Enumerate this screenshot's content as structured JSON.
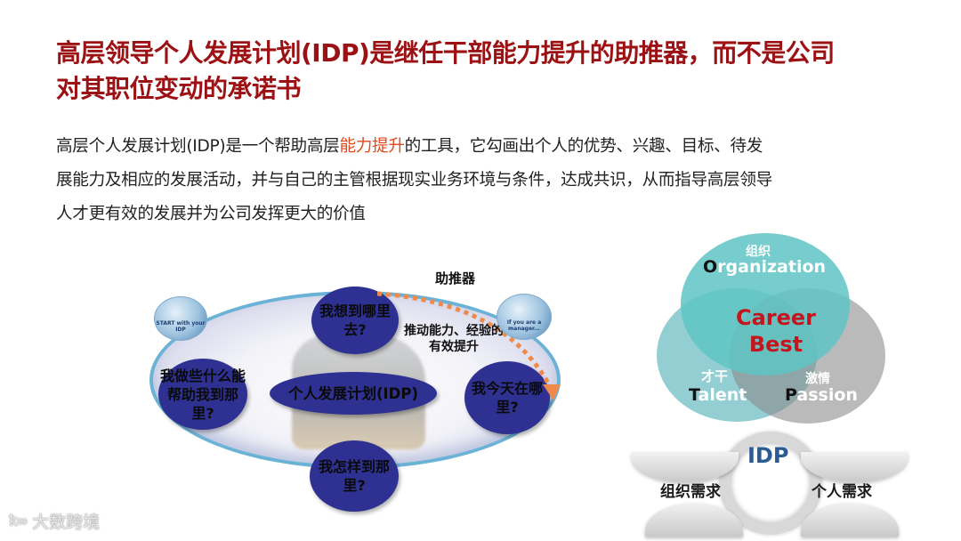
{
  "title": {
    "line1": "高层领导个人发展计划(IDP)是继任干部能力提升的助推器，而不是公司",
    "line2": "对其职位变动的承诺书"
  },
  "intro": {
    "line1_pre": "高层个人发展计划(IDP)是一个帮助高层",
    "line1_highlight": "能力提升",
    "line1_post": "的工具，它勾画出个人的优势、兴趣、目标、待发",
    "line2": "展能力及相应的发展活动，并与自己的主管根据现实业务环境与条件，达成共识，从而指导高层领导",
    "line3": "人才更有效的发展并为公司发挥更大的价值",
    "highlight_color": "#e04a1c"
  },
  "cycle_diagram": {
    "pusher_label": "助推器",
    "boost_label": "推动能力、经验的有效提升",
    "center": "个人发展计划(IDP)",
    "bubbles": {
      "top": "我想到哪里去?",
      "left": "我做些什么能帮助我到那里?",
      "right": "我今天在哪里?",
      "bottom": "我怎样到那里?"
    },
    "badge_start": "START with your IDP",
    "badge_manager": "If you are a manager...",
    "bubble_color": "#2e3192",
    "arrow_color": "#f08a4b"
  },
  "venn": {
    "organization_cn": "组织",
    "organization_initial": "O",
    "organization_rest": "rganization",
    "talent_cn": "才干",
    "talent_initial": "T",
    "talent_rest": "alent",
    "passion_cn": "激情",
    "passion_initial": "P",
    "passion_rest": "assion",
    "center_line1": "Career",
    "center_line2": "Best",
    "center_color": "#c3151b"
  },
  "clamp": {
    "label": "IDP",
    "left": "组织需求",
    "right": "个人需求"
  },
  "watermark": {
    "logo": "ꝁ∞",
    "text": "大数跨境"
  }
}
